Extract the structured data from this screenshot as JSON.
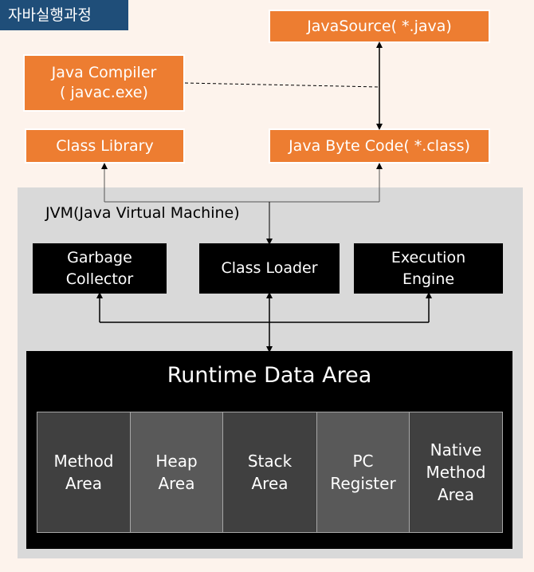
{
  "title_tab": "자바실행과정",
  "boxes": {
    "java_source": "JavaSource( *.java)",
    "java_compiler": "Java Compiler\n( javac.exe)",
    "class_library": "Class  Library",
    "byte_code": "Java Byte Code( *.class)"
  },
  "jvm": {
    "label": "JVM(Java Virtual Machine)",
    "garbage_collector": "Garbage\nCollector",
    "class_loader": "Class  Loader",
    "execution_engine": "Execution\nEngine"
  },
  "runtime_data_area": {
    "title": "Runtime Data Area",
    "areas": [
      "Method\nArea",
      "Heap\nArea",
      "Stack\nArea",
      "PC\nRegister",
      "Native\nMethod\nArea"
    ]
  },
  "colors": {
    "orange": "#ed7d31",
    "navy": "#1f4e79",
    "jvm_gray": "#d9d9d9",
    "black": "#000000"
  }
}
